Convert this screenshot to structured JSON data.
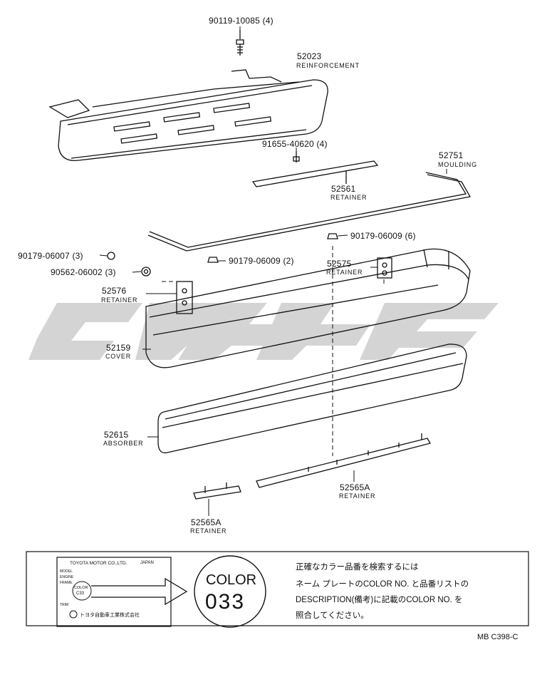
{
  "parts": {
    "bolt_top": "90119-10085 (4)",
    "reinforcement_no": "52023",
    "reinforcement_name": "REINFORCEMENT",
    "screw_91655": "91655-40620 (4)",
    "retainer_52561_no": "52561",
    "retainer_52561_name": "RETAINER",
    "moulding_no": "52751",
    "moulding_name": "MOULDING",
    "nut_6": "90179-06009 (6)",
    "nut_06007": "90179-06007 (3)",
    "nut_2": "90179-06009 (2)",
    "washer_06002": "90562-06002 (3)",
    "retainer_52575_no": "52575",
    "retainer_52575_name": "RETAINER",
    "retainer_52576_no": "52576",
    "retainer_52576_name": "RETAINER",
    "cover_no": "52159",
    "cover_name": "COVER",
    "absorber_no": "52615",
    "absorber_name": "ABSORBER",
    "retainer_52565a_right_no": "52565A",
    "retainer_52565a_right_name": "RETAINER",
    "retainer_52565a_left_no": "52565A",
    "retainer_52565a_left_name": "RETAINER"
  },
  "nameplate": {
    "maker": "TOYOTA MOTOR CO.,LTD.",
    "country": "JAPAN",
    "row_model": "MODEL",
    "row_engine": "ENGINE",
    "row_frame": "FRAME",
    "color_label": "COLOR",
    "color_code": "C33",
    "row_trim": "TRIM",
    "maker_jp": "トヨタ自動車工業株式会社"
  },
  "color_callout": {
    "label": "COLOR",
    "code": "033"
  },
  "instructions": [
    "正確なカラー品番を検索するには",
    "ネーム プレートのCOLOR NO. と品番リストの",
    "DESCRIPTION(備考)に記載のCOLOR NO. を",
    "照合してください。"
  ],
  "figure_ref": "MB C398-C"
}
